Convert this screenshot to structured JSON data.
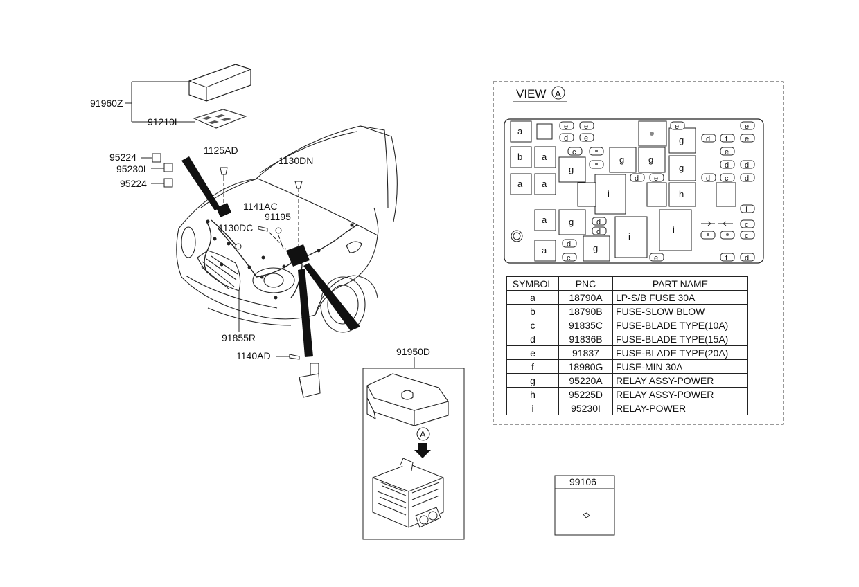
{
  "callouts": {
    "c91960Z": "91960Z",
    "c91210L": "91210L",
    "c95224a": "95224",
    "c95230L": "95230L",
    "c95224b": "95224",
    "c1125AD": "1125AD",
    "c1130DN": "1130DN",
    "c1141AC": "1141AC",
    "c91195": "91195",
    "c1130DC": "1130DC",
    "c91855R": "91855R",
    "c1140AD": "1140AD",
    "c91950D": "91950D",
    "c99106": "99106"
  },
  "view": {
    "title": "VIEW",
    "marker": "A"
  },
  "fuse_box_symbols": {
    "a": "a",
    "b": "b",
    "c": "c",
    "d": "d",
    "e": "e",
    "f": "f",
    "g": "g",
    "h": "h",
    "i": "i"
  },
  "parts_table": {
    "headers": [
      "SYMBOL",
      "PNC",
      "PART NAME"
    ],
    "rows": [
      [
        "a",
        "18790A",
        "LP-S/B FUSE 30A"
      ],
      [
        "b",
        "18790B",
        "FUSE-SLOW BLOW"
      ],
      [
        "c",
        "91835C",
        "FUSE-BLADE TYPE(10A)"
      ],
      [
        "d",
        "91836B",
        "FUSE-BLADE TYPE(15A)"
      ],
      [
        "e",
        "91837",
        "FUSE-BLADE TYPE(20A)"
      ],
      [
        "f",
        "18980G",
        "FUSE-MIN 30A"
      ],
      [
        "g",
        "95220A",
        "RELAY ASSY-POWER"
      ],
      [
        "h",
        "95225D",
        "RELAY ASSY-POWER"
      ],
      [
        "i",
        "95230I",
        "RELAY-POWER"
      ]
    ]
  }
}
